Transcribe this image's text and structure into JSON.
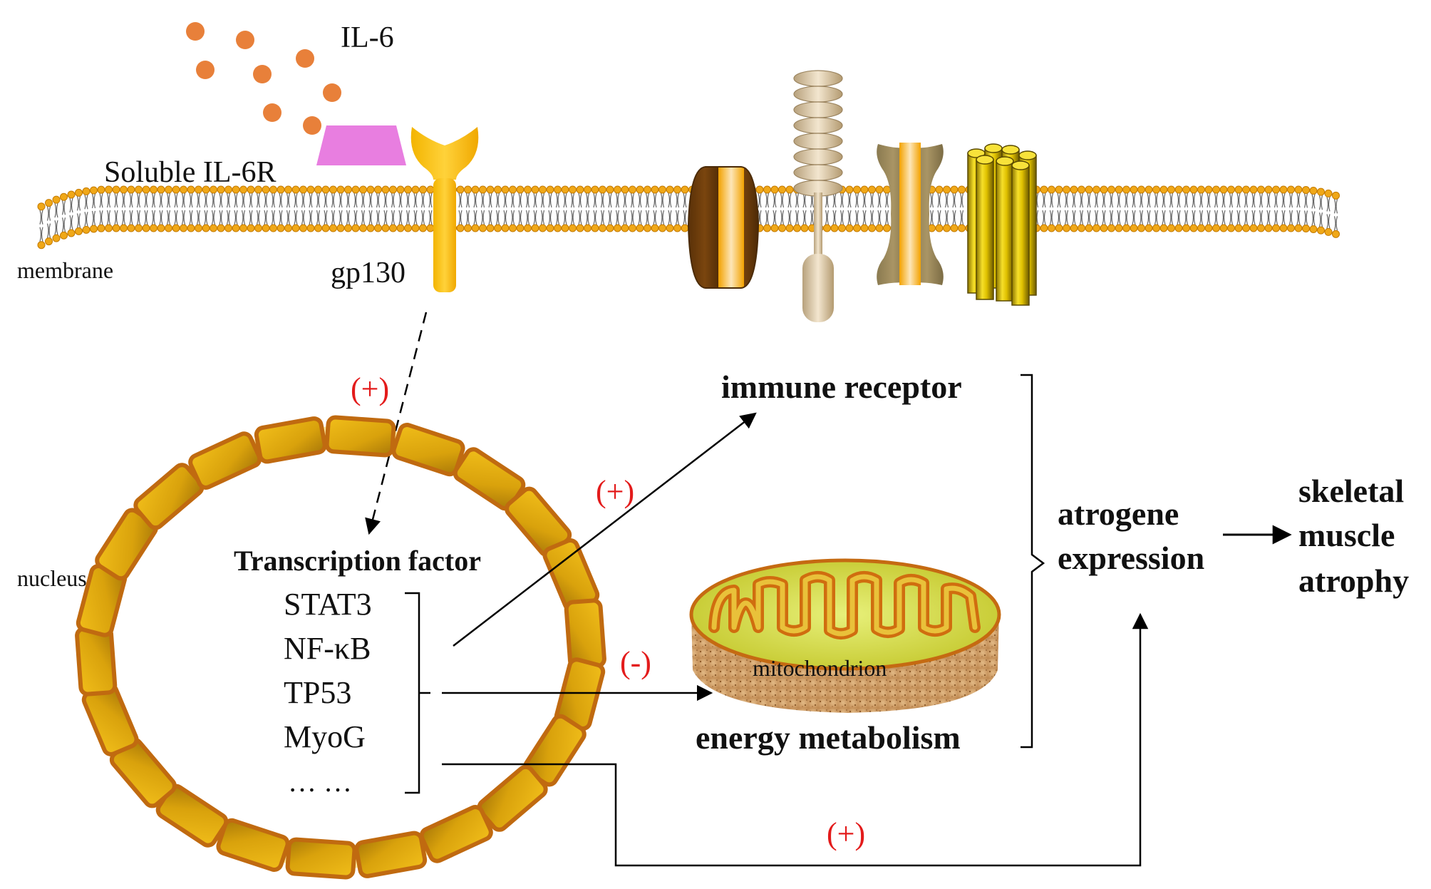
{
  "labels": {
    "il6": "IL-6",
    "soluble_il6r": "Soluble IL-6R",
    "membrane": "membrane",
    "gp130": "gp130",
    "nucleus": "nucleus",
    "tf_title": "Transcription factor",
    "tf_items": [
      "STAT3",
      "NF-κB",
      "TP53",
      "MyoG",
      "… …"
    ],
    "immune_receptor": "immune receptor",
    "energy_metabolism": "energy metabolism",
    "mitochondrion": "mitochondrion",
    "atrogene_line1": "atrogene",
    "atrogene_line2": "expression",
    "outcome_line1": "skeletal",
    "outcome_line2": "muscle",
    "outcome_line3": "atrophy"
  },
  "signs": {
    "gp130_to_tf": "(+)",
    "tf_to_immune": "(+)",
    "tf_to_energy": "(-)",
    "tf_to_atrogene": "(+)"
  },
  "colors": {
    "il6_dot": "#e8803a",
    "soluble_receptor": "#e87ee0",
    "gp130": "#f7be1a",
    "nucleus_segment": "#d4a00e",
    "nucleus_outline": "#c06a10",
    "sign_red": "#e31b1b",
    "membrane_head": "#f0a818"
  }
}
